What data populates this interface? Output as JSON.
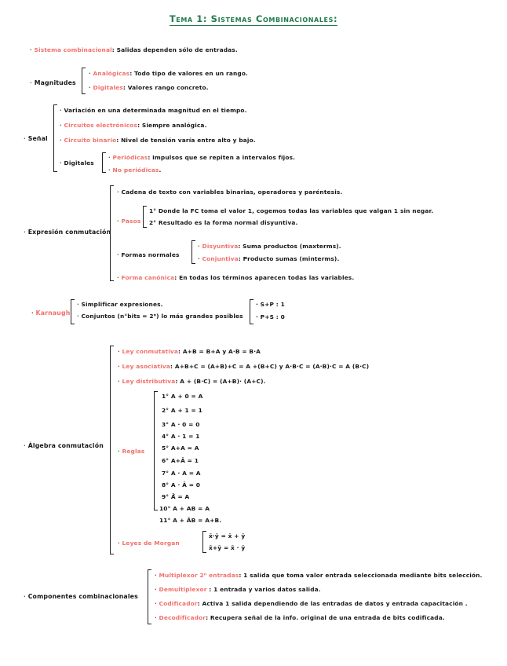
{
  "document": {
    "title": "Tema 1: Sistemas Combinacionales:",
    "accent_red": "#f0706b",
    "accent_green": "#1f7a4d",
    "ink_black": "#161616"
  },
  "sections": {
    "sistema_combinacional": {
      "term": "Sistema combinacional",
      "definition": ": Salidas  dependen sólo de entradas."
    },
    "magnitudes": {
      "label": "Magnitudes",
      "items": [
        {
          "term": "Analógicas",
          "text": ": Todo tipo de  valores  en un rango."
        },
        {
          "term": "Digitales",
          "text": ": Valores  rango  concreto."
        }
      ]
    },
    "senal": {
      "label": "Señal",
      "items": [
        {
          "term": "",
          "text": "Variación en una determinada magnitud  en el tiempo."
        },
        {
          "term": "Circuitos electrónicos",
          "text": ": Siempre  analógica."
        },
        {
          "term": "Circuito binario",
          "text": ": Nivel de  tensión varía  entre  alto y bajo."
        }
      ],
      "digitales": {
        "label": "Digitales",
        "items": [
          {
            "term": "Periódicas",
            "text": ": Impulsos  que se repiten  a intervalos  fijos."
          },
          {
            "term": "No periódicas",
            "text": "."
          }
        ]
      }
    },
    "expresion_conmutacion": {
      "label": "Expresión  conmutación",
      "intro": "Cadena de texto  con  variables binarias, operadores  y  paréntesis.",
      "pasos": {
        "term": "Pasos",
        "steps": [
          "1° Donde  la FC toma el valor  1, cogemos  todas  las variables  que  valgan  1 sin  negar.",
          "2° Resultado  es  la  forma  normal   disyuntiva."
        ]
      },
      "formas_normales": {
        "label": "Formas  normales",
        "items": [
          {
            "term": "Disyuntiva",
            "text": ": Suma  productos  (maxterms)."
          },
          {
            "term": "Conjuntiva",
            "text": ": Producto  sumas  (minterms)."
          }
        ]
      },
      "forma_canonica": {
        "term": "Forma  canónica",
        "text": ": En todas  los términos  aparecen  todas  las  variables."
      }
    },
    "karnaugh": {
      "label": "Karnaugh",
      "items": [
        "Simplificar  expresiones.",
        "Conjuntos  (n°bits = 2ⁿ)  lo más  grandes  posibles"
      ],
      "sub_items": [
        "· S+P : 1",
        "· P+S : 0"
      ]
    },
    "algebra_conmutacion": {
      "label": "Álgebra  conmutación",
      "laws": [
        {
          "term": "Ley  conmutativa",
          "text": ": A+B = B+A  y  A·B = B·A"
        },
        {
          "term": "Ley  asociativa",
          "text": ": A+B+C = (A+B)+C = A +(B+C)  y  A·B·C = (A·B)·C = A (B·C)"
        },
        {
          "term": "Ley  distributiva",
          "text": ": A + (B·C) = (A+B)· (A+C)."
        }
      ],
      "reglas": {
        "term": "Reglas",
        "list": [
          "1°  A + 0 = A",
          "2°  A + 1 = 1",
          "3°  A · 0 = 0",
          "4°  A · 1 = 1",
          "5°  A+A = A",
          "6°  A+Ā = 1",
          "7°  A · A = A",
          "8°  A · Ā = 0",
          "9°  Ā̄ = A",
          "10°  A + AB = A",
          "11°  A + ĀB = A+B."
        ]
      },
      "de_morgan": {
        "term": "Leyes  de  Morgan",
        "list": [
          "x̄·ȳ = x̄ + ȳ",
          "x̄+ȳ = x̄ · ȳ"
        ]
      }
    },
    "componentes": {
      "label": "Componentes  combinacionales",
      "items": [
        {
          "term": "Multiplexor 2ⁿ entradas",
          "text": ": 1 salida que toma  valor entrada seleccionada  mediante  bits selección."
        },
        {
          "term": "Demultiplexor",
          "text": " : 1 entrada  y varios  datos  salida."
        },
        {
          "term": "Codificador",
          "text": ": Activa  1 salida  dependiendo  de las entradas  de datos  y entrada capacitación ."
        },
        {
          "term": "Decodificador",
          "text": ": Recupera  señal de la info. original de una  entrada  de bits  codificada."
        }
      ]
    }
  }
}
